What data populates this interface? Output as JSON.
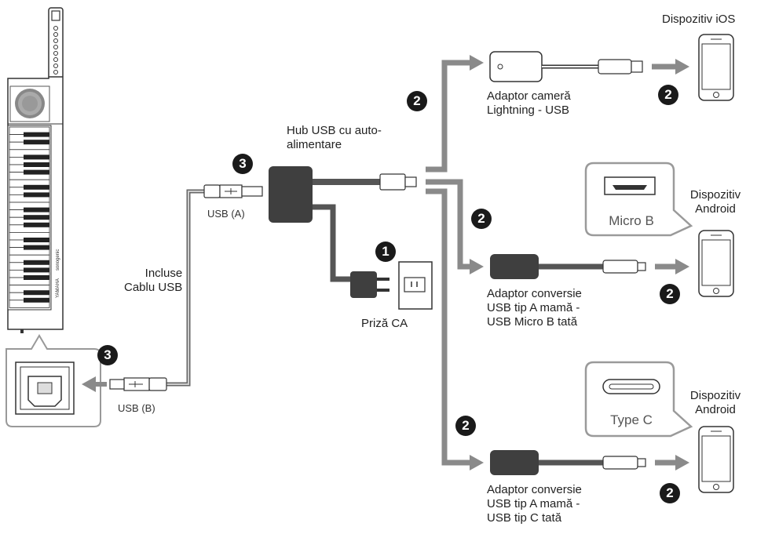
{
  "labels": {
    "hub": [
      "Hub USB cu auto-",
      "alimentare"
    ],
    "usb_a": "USB (A)",
    "usb_b": "USB (B)",
    "cable": [
      "Incluse",
      "Cablu USB"
    ],
    "outlet": "Priză CA",
    "ios_device": "Dispozitiv iOS",
    "android_device": [
      "Dispozitiv",
      "Android"
    ],
    "lightning_adapter": [
      "Adaptor cameră",
      "Lightning - USB"
    ],
    "microb_adapter": [
      "Adaptor conversie",
      "USB tip A mamă -",
      "USB Micro B tată"
    ],
    "typec_adapter": [
      "Adaptor conversie",
      "USB tip A mamă -",
      "USB tip C tată"
    ],
    "micro_b": "Micro B",
    "type_c": "Type C",
    "keytar_brand": "YAMAHA",
    "keytar_model": "sonogenic"
  },
  "steps": {
    "one": "1",
    "two": "2",
    "three": "3"
  },
  "colors": {
    "arrow": "#8a8a8a",
    "cable": "#555555",
    "device_dark": "#3a3a3a",
    "badge": "#1a1a1a",
    "bubble_border": "#9a9a9a"
  }
}
